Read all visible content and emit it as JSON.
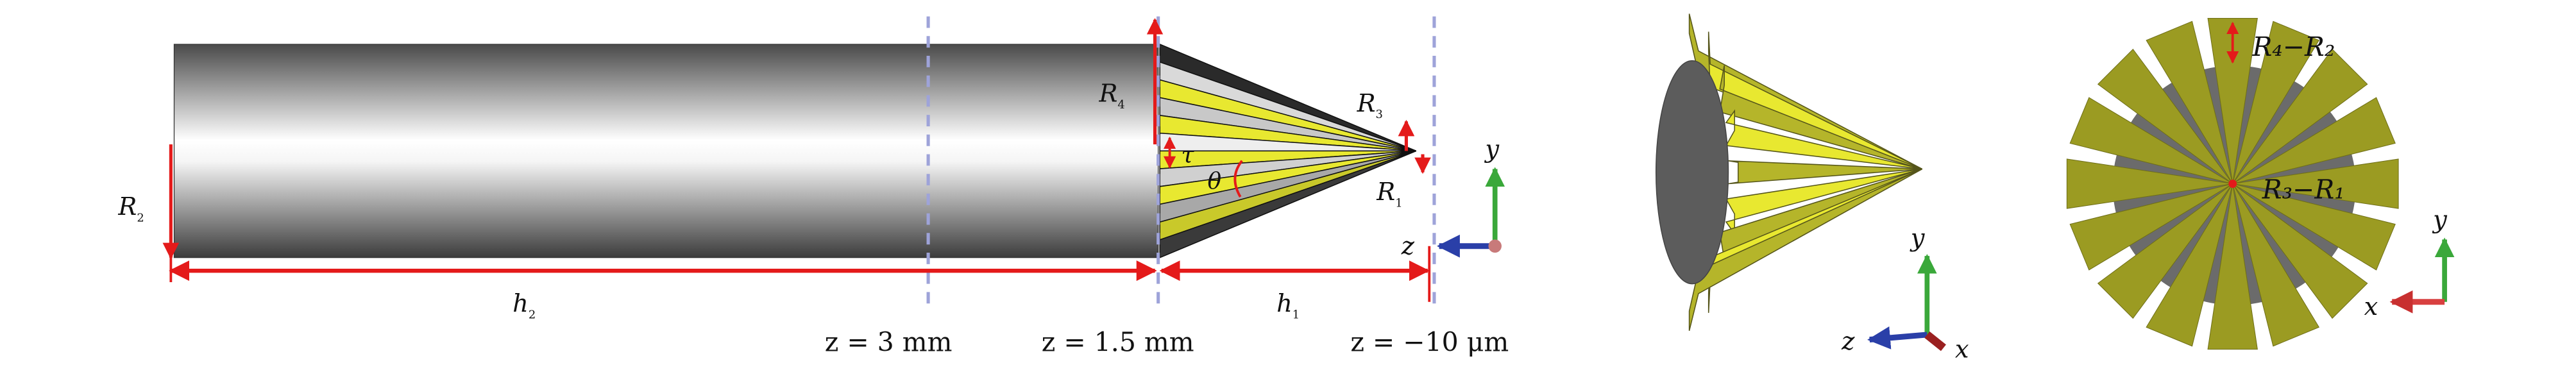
{
  "side_view": {
    "labels": {
      "R2": "R",
      "R2_sub": "2",
      "R4": "R",
      "R4_sub": "4",
      "R3": "R",
      "R3_sub": "3",
      "R1": "R",
      "R1_sub": "1",
      "h2": "h",
      "h2_sub": "2",
      "h1": "h",
      "h1_sub": "1",
      "tau": "τ",
      "theta": "θ"
    },
    "positions": [
      "z = 3 mm",
      "z = 1.5 mm",
      "z = −10 μm"
    ],
    "axes": {
      "y": "y",
      "z": "z"
    }
  },
  "perspective_view": {
    "axes": {
      "y": "y",
      "z": "z",
      "x": "x"
    }
  },
  "front_view": {
    "labels": {
      "fin_height": "R₄−R₂",
      "tip": "R₃−R₁"
    },
    "fin_count": 16,
    "axes": {
      "y": "y",
      "x": "x"
    }
  },
  "colors": {
    "annotation": "#e41a1a",
    "guide": "#9ea3d9",
    "fin": "#9b9b22",
    "fin_bright": "#e8e830",
    "body": "#6b6b6b",
    "axis_y": "#3aa83a",
    "axis_z": "#2a3fa8",
    "axis_x": "#c83030"
  }
}
